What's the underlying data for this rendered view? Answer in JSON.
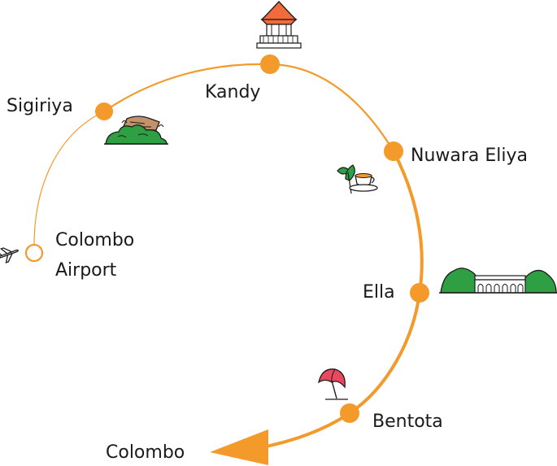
{
  "route": {
    "stops": [
      {
        "id": "airport",
        "name": "Colombo Airport",
        "line1": "Colombo",
        "line2": "Airport",
        "icon": "airplane-icon",
        "kind": "start"
      },
      {
        "id": "sigiriya",
        "name": "Sigiriya",
        "icon": "rock-fortress-icon",
        "kind": "stop"
      },
      {
        "id": "kandy",
        "name": "Kandy",
        "icon": "temple-pavilion-icon",
        "kind": "stop"
      },
      {
        "id": "nuwara-eliya",
        "name": "Nuwara Eliya",
        "icon": "tea-cup-icon",
        "kind": "stop"
      },
      {
        "id": "ella",
        "name": "Ella",
        "icon": "nine-arch-bridge-icon",
        "kind": "stop"
      },
      {
        "id": "bentota",
        "name": "Bentota",
        "icon": "beach-umbrella-icon",
        "kind": "stop"
      },
      {
        "id": "colombo",
        "name": "Colombo",
        "icon": "arrow-head-icon",
        "kind": "end"
      }
    ]
  },
  "colors": {
    "route": "#F39A2B",
    "text": "#1a1a1a",
    "green": "#2EA043",
    "green_dark": "#1F6E2C",
    "temple_roof": "#F26B3A",
    "umbrella": "#E8495F"
  }
}
